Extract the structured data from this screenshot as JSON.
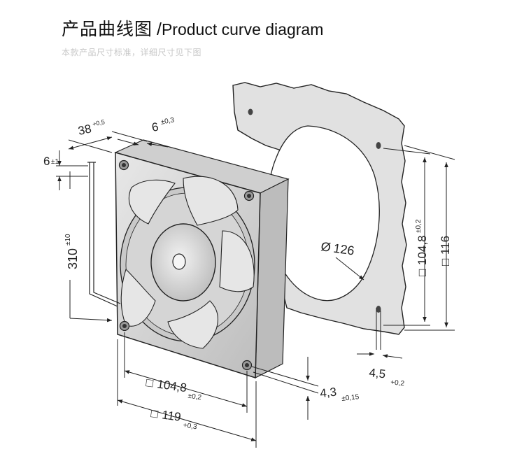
{
  "header": {
    "title_cn": "产品曲线图",
    "separator": "/",
    "title_en": "Product curve diagram",
    "subtitle": "本款产品尺寸标准，详细尺寸见下图"
  },
  "dimensions": {
    "depth": {
      "value": "38",
      "tol": "+0,5"
    },
    "flange": {
      "value": "6",
      "tol": "±0,3"
    },
    "cable_offset": {
      "value": "6",
      "tol": "±1"
    },
    "cable_length": {
      "value": "310",
      "tol": "±10"
    },
    "hole_diameter": {
      "symbol": "Ø",
      "value": "126"
    },
    "gasket_hole_pitch": {
      "symbol": "□",
      "value": "104,8",
      "tol": "±0,2"
    },
    "gasket_width": {
      "symbol": "□",
      "value": "116"
    },
    "slot_width": {
      "value": "4,5",
      "tol": "+0,2"
    },
    "mount_hole": {
      "value": "4,3",
      "tol": "±0,15"
    },
    "fan_hole_pitch": {
      "symbol": "□",
      "value": "104,8",
      "tol": "±0,2"
    },
    "fan_width": {
      "symbol": "□",
      "value": "119",
      "tol": "+0,3"
    }
  },
  "colors": {
    "line": "#222222",
    "frame_fill": "#d9d9d9",
    "blade_fill": "#e6e6e6",
    "gasket_fill": "#e1e1e1",
    "subtitle": "#c8c8c8"
  }
}
